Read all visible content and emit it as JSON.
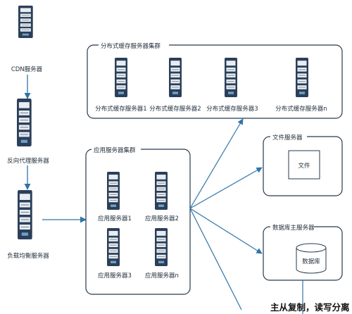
{
  "colors": {
    "line": "#2f74a8",
    "box": "#26394d",
    "server_dark": "#2b3f58",
    "server_face": "#e9edf2",
    "server_slot": "#8a98a8"
  },
  "icons": {
    "server": "server-rack-icon",
    "database": "database-cylinder-icon",
    "document": "file-box"
  },
  "left_chain": {
    "cdn": "CDN服务器",
    "reverse_proxy": "反向代理服务器",
    "load_balancer": "负载均衡服务器"
  },
  "cache_cluster": {
    "title": "分布式缓存服务器集群",
    "servers": [
      "分布式缓存服务器1",
      "分布式缓存服务器2",
      "分布式缓存服务器3",
      "分布式缓存服务器n"
    ]
  },
  "app_cluster": {
    "title": "应用服务器集群",
    "servers": [
      "应用服务器1",
      "应用服务器2",
      "应用服务器3",
      "应用服务器n"
    ]
  },
  "file_server": {
    "title": "文件服务器",
    "item": "文件"
  },
  "db_server": {
    "title": "数据库主服务器",
    "item": "数据库"
  },
  "footer_note": "主从复制，读写分离"
}
